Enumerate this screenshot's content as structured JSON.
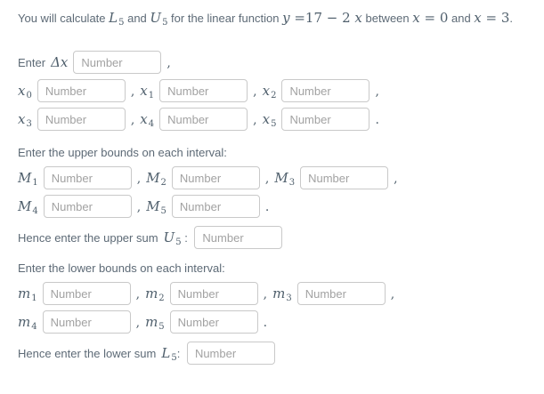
{
  "colors": {
    "text": "#5d6a76",
    "math": "#4f5f6c",
    "input_border": "#c9c9c9",
    "placeholder_text": "#a2a2a2"
  },
  "placeholders": {
    "number": "Number"
  },
  "punct": {
    "comma": ",",
    "period": "."
  },
  "title_segments": [
    {
      "text": "You will calculate "
    },
    {
      "var": "L",
      "sub": "5"
    },
    {
      "text": " and "
    },
    {
      "var": "U",
      "sub": "5"
    },
    {
      "text": " for the linear function "
    },
    {
      "var": "y"
    },
    {
      "math": " =17 − 2 "
    },
    {
      "var": "x"
    },
    {
      "text": " between "
    },
    {
      "var": "x"
    },
    {
      "math": " = 0"
    },
    {
      "text": " and "
    },
    {
      "var": "x"
    },
    {
      "math": " = 3"
    },
    {
      "text": "."
    }
  ],
  "enter_label": "Enter",
  "fields": {
    "dx": {
      "var": "Δx"
    },
    "x0": {
      "var": "x",
      "sub": "0"
    },
    "x1": {
      "var": "x",
      "sub": "1"
    },
    "x2": {
      "var": "x",
      "sub": "2"
    },
    "x3": {
      "var": "x",
      "sub": "3"
    },
    "x4": {
      "var": "x",
      "sub": "4"
    },
    "x5": {
      "var": "x",
      "sub": "5"
    },
    "M1": {
      "var": "M",
      "sub": "1"
    },
    "M2": {
      "var": "M",
      "sub": "2"
    },
    "M3": {
      "var": "M",
      "sub": "3"
    },
    "M4": {
      "var": "M",
      "sub": "4"
    },
    "M5": {
      "var": "M",
      "sub": "5"
    },
    "U5": {
      "var": "U",
      "sub": "5"
    },
    "m1": {
      "var": "m",
      "sub": "1"
    },
    "m2": {
      "var": "m",
      "sub": "2"
    },
    "m3": {
      "var": "m",
      "sub": "3"
    },
    "m4": {
      "var": "m",
      "sub": "4"
    },
    "m5": {
      "var": "m",
      "sub": "5"
    },
    "L5": {
      "var": "L",
      "sub": "5"
    }
  },
  "sections": {
    "upper": {
      "heading": "Enter the upper bounds on each interval:",
      "sum_text": "Hence enter the upper sum",
      "colon": " : "
    },
    "lower": {
      "heading": "Enter the lower bounds on each interval:",
      "sum_text": "Hence enter the lower sum",
      "colon": ": "
    }
  }
}
